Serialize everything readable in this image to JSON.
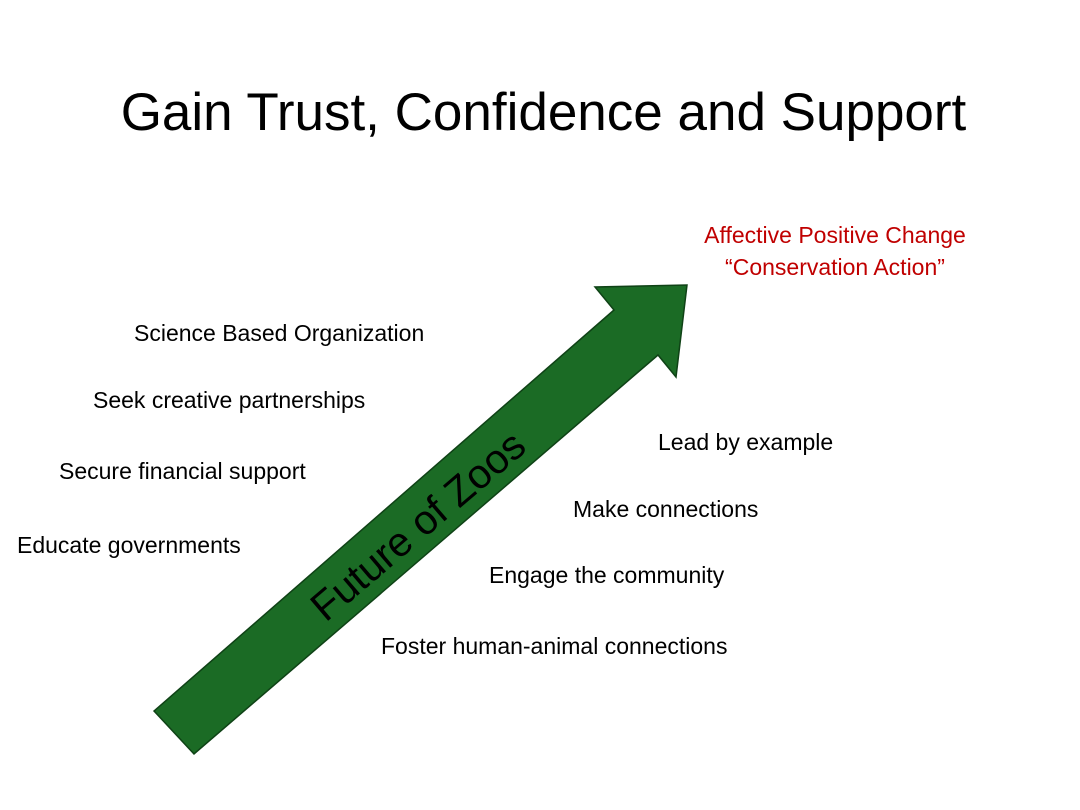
{
  "slide": {
    "title": "Gain Trust, Confidence and Support"
  },
  "goal": {
    "line1": "Affective Positive Change",
    "line2": "“Conservation Action”",
    "color": "#c00000"
  },
  "arrow": {
    "label": "Future of Zoos",
    "fill_color": "#1b6b25",
    "stroke_color": "#0f4216"
  },
  "left_items": [
    "Science Based Organization",
    "Seek creative partnerships",
    "Secure financial support",
    "Educate governments"
  ],
  "right_items": [
    "Lead by example",
    "Make connections",
    "Engage the community",
    "Foster human-animal connections"
  ]
}
